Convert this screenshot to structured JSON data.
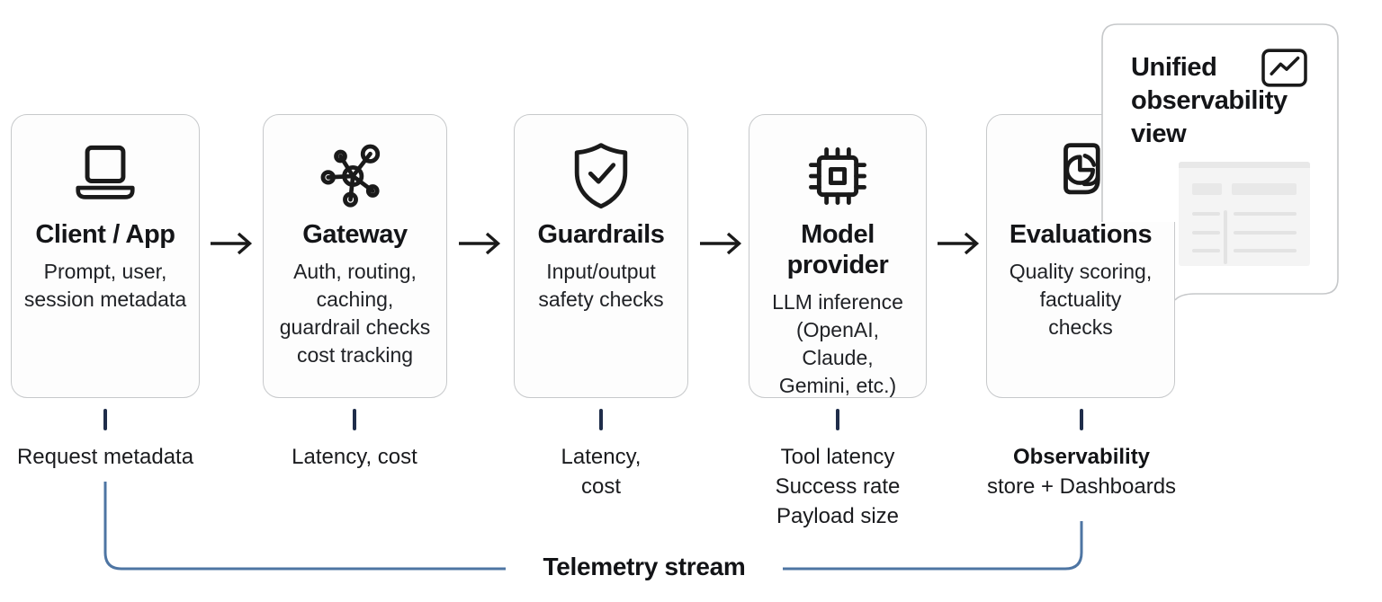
{
  "pipeline": {
    "boxes": [
      {
        "id": "client-app",
        "icon": "laptop-icon",
        "title": "Client / App",
        "description": "Prompt, user,\nsession metadata",
        "telemetry": "Request metadata"
      },
      {
        "id": "gateway",
        "icon": "network-hub-icon",
        "title": "Gateway",
        "description": "Auth, routing,\ncaching,\nguardrail checks\ncost tracking",
        "telemetry": "Latency, cost"
      },
      {
        "id": "guardrails",
        "icon": "shield-check-icon",
        "title": "Guardrails",
        "description": "Input/output\nsafety checks",
        "telemetry": "Latency,\ncost"
      },
      {
        "id": "model-provider",
        "icon": "cpu-chip-icon",
        "title": "Model provider",
        "description": "LLM inference\n(OpenAI, Claude,\nGemini, etc.)",
        "telemetry": "Tool latency\nSuccess rate\nPayload size"
      },
      {
        "id": "evaluations",
        "icon": "report-pie-icon",
        "title": "Evaluations",
        "description": "Quality scoring,\nfactuality\nchecks",
        "telemetry_bold": "Observability",
        "telemetry": "store + Dashboards"
      }
    ],
    "stream_label": "Telemetry stream"
  },
  "overlay_card": {
    "title": "Unified observability view",
    "icon": "line-chart-icon"
  },
  "colors": {
    "stream_line": "#4e75a3",
    "tick": "#1f2d4a",
    "box_border": "#c7c9cb",
    "text": "#17181a"
  }
}
